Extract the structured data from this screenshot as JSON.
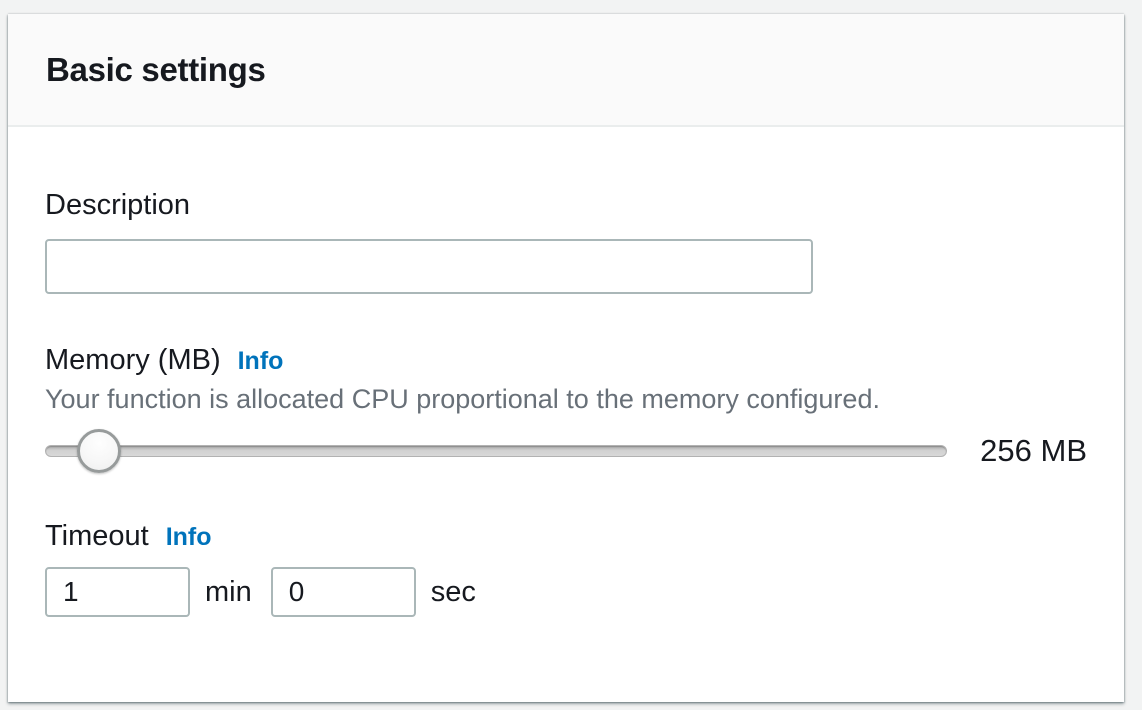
{
  "panel": {
    "title": "Basic settings"
  },
  "colors": {
    "page_background": "#f2f3f3",
    "panel_header_background": "#fafafa",
    "accent_link_blue": "#0073bb",
    "text_dark": "#16191f",
    "helper_gray": "#687078",
    "input_border": "#aab7b8"
  },
  "description": {
    "label": "Description",
    "value": ""
  },
  "memory": {
    "label": "Memory (MB)",
    "info_label": "Info",
    "helper": "Your function is allocated CPU proportional to the memory configured.",
    "value": "256 MB",
    "slider_percent": 6
  },
  "timeout": {
    "label": "Timeout",
    "info_label": "Info",
    "min_value": "1",
    "min_unit": "min",
    "sec_value": "0",
    "sec_unit": "sec"
  }
}
